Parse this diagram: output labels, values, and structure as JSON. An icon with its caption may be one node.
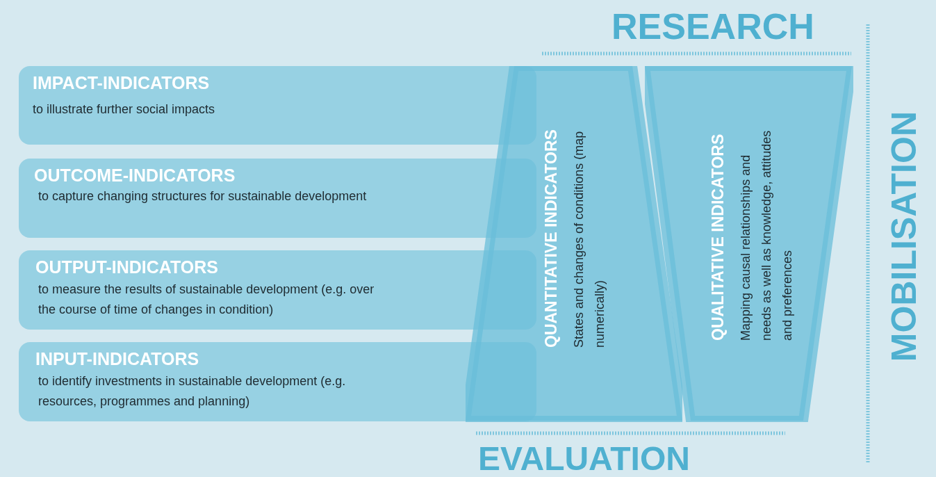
{
  "diagram": {
    "nodes": [
      {
        "text": [
          "IMPACT-INDICATORS",
          "to illustrate further social impacts"
        ]
      },
      {
        "text": [
          "OUTCOME-INDICATORS",
          "to capture changing structures for sustainable development"
        ]
      },
      {
        "text": [
          "OUTPUT-INDICATORS",
          "to measure the results of sustainable development (e.g. over the course of time of changes in condition)"
        ]
      },
      {
        "text": [
          "INPUT-INDICATORS",
          "to identify investments in sustainable development (e.g. resources, programmes and planning)"
        ]
      },
      {
        "text": [
          "QUANTITATIVE INDICATORS",
          "States and changes of conditions (map numerically)"
        ]
      },
      {
        "text": [
          "QUALITATIVE INDICATORS",
          "Mapping causal relationships and needs as well as knowledge, attitudes and preferences"
        ]
      }
    ],
    "labels": [
      "RESEARCH",
      "MOBILISATION",
      "EVALUATION"
    ]
  }
}
